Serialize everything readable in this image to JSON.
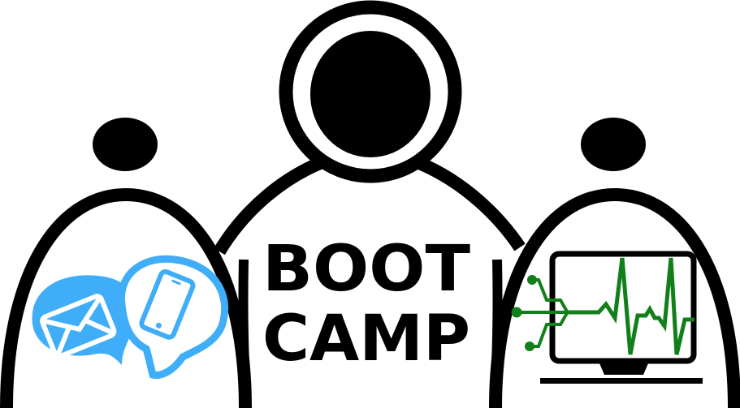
{
  "logo": {
    "title_line1": "BOOT",
    "title_line2": "CAMP",
    "colors": {
      "outline": "#000000",
      "background": "#ffffff",
      "messaging_blue": "#3fadf8",
      "monitor_green": "#12801a"
    },
    "figures": [
      {
        "position": "left",
        "icon": "messaging-bubbles-icon",
        "contents": [
          "envelope-icon",
          "smartphone-icon"
        ]
      },
      {
        "position": "center",
        "icon": "person-with-halo-icon"
      },
      {
        "position": "right",
        "icon": "monitor-heartbeat-icon",
        "contents": [
          "circuit-traces-icon",
          "heartbeat-line-icon",
          "monitor-stand-icon"
        ]
      }
    ]
  }
}
